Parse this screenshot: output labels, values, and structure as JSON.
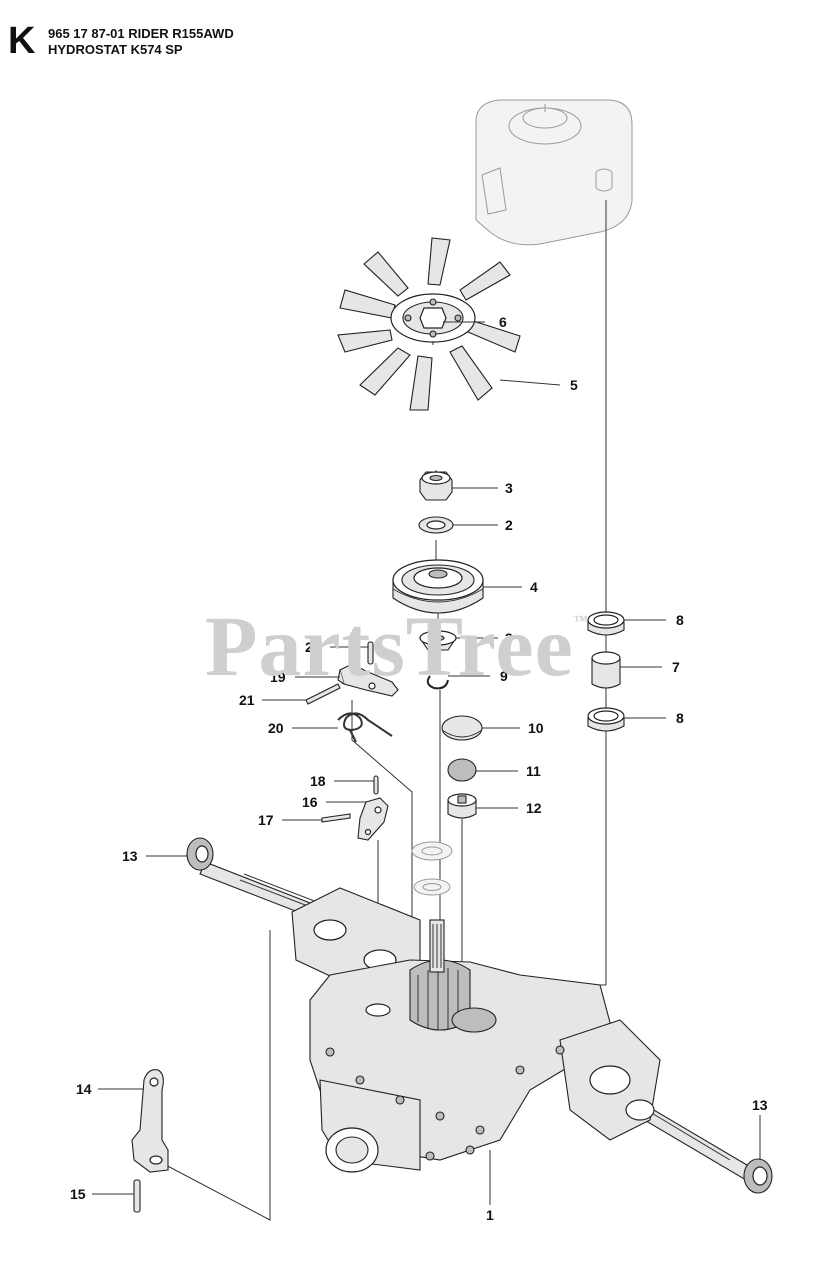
{
  "header": {
    "section_letter": "K",
    "line1": "965 17 87-01 RIDER R155AWD",
    "line2": "HYDROSTAT K574 SP"
  },
  "watermark": {
    "text": "PartsTree",
    "mark": "™"
  },
  "callouts": [
    "1",
    "2",
    "3",
    "3",
    "4",
    "5",
    "6",
    "7",
    "8",
    "8",
    "9",
    "10",
    "11",
    "12",
    "13",
    "13",
    "14",
    "15",
    "16",
    "17",
    "18",
    "19",
    "20",
    "21",
    "22"
  ]
}
